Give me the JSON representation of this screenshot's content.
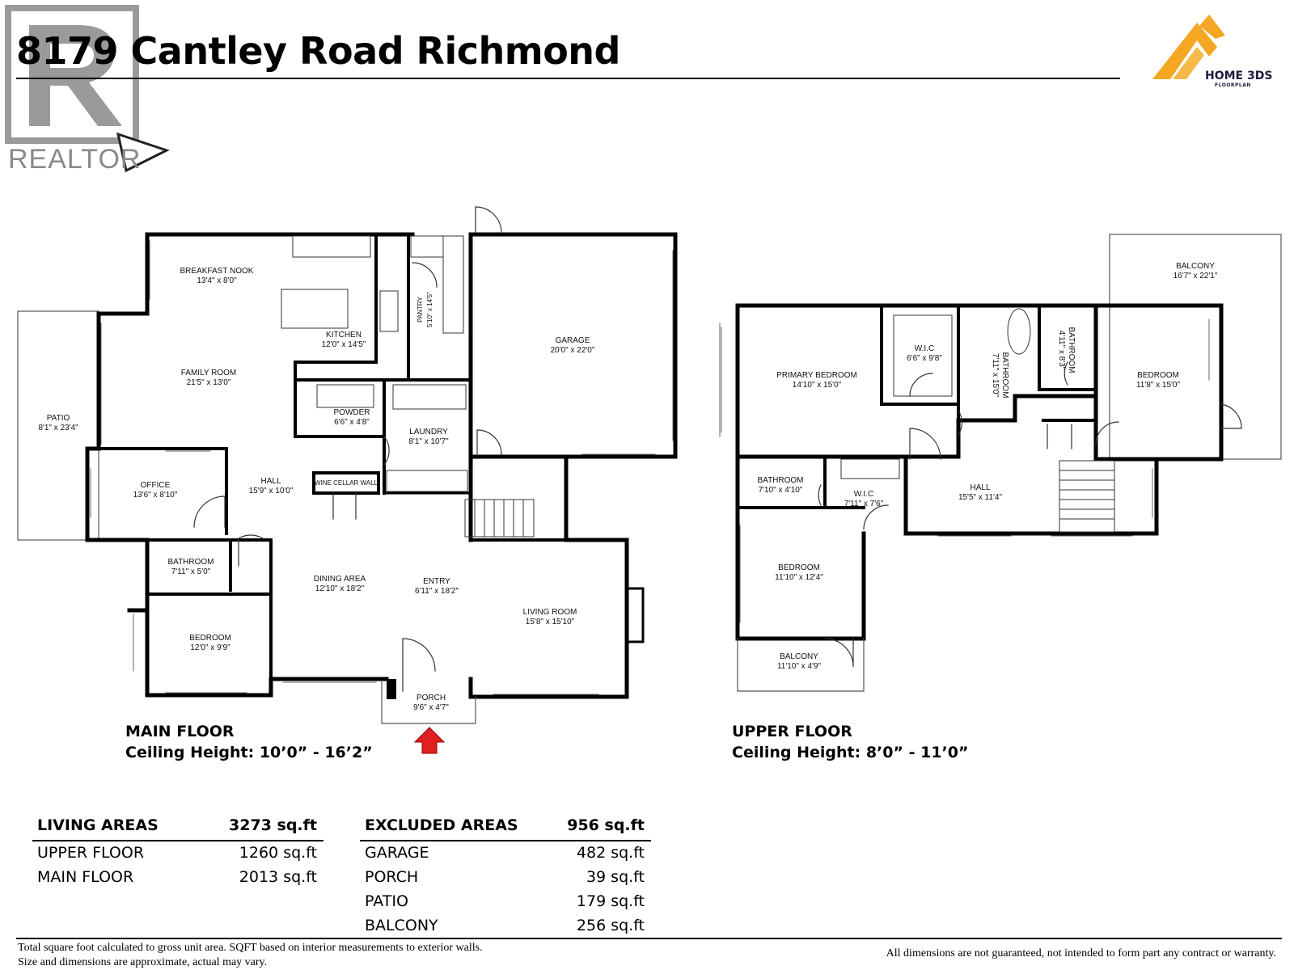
{
  "header": {
    "title": "8179 Cantley Road Richmond",
    "realtor_logo": "REALTOR",
    "brand_logo_name": "HOME 3DS",
    "brand_logo_sub": "FLOORPLAN"
  },
  "main_floor": {
    "label": "MAIN FLOOR",
    "ceiling": "Ceiling Height: 10’0” - 16’2”",
    "wine_cellar": "WINE CELLAR WALL",
    "rooms": [
      {
        "name": "BREAKFAST NOOK",
        "dim": "13'4\" x 8'0\""
      },
      {
        "name": "KITCHEN",
        "dim": "12'0\" x 14'5\""
      },
      {
        "name": "PANTRY",
        "dim": "5'10\" x 14'5\""
      },
      {
        "name": "GARAGE",
        "dim": "20'0\" x 22'0\""
      },
      {
        "name": "FAMILY ROOM",
        "dim": "21'5\" x 13'0\""
      },
      {
        "name": "PATIO",
        "dim": "8'1\" x 23'4\""
      },
      {
        "name": "POWDER",
        "dim": "6'6\" x 4'8\""
      },
      {
        "name": "LAUNDRY",
        "dim": "8'1\" x 10'7\""
      },
      {
        "name": "OFFICE",
        "dim": "13'6\" x 8'10\""
      },
      {
        "name": "HALL",
        "dim": "15'9\" x 10'0\""
      },
      {
        "name": "BATHROOM",
        "dim": "7'11\" x 5'0\""
      },
      {
        "name": "DINING AREA",
        "dim": "12'10\" x 18'2\""
      },
      {
        "name": "ENTRY",
        "dim": "6'11\" x 18'2\""
      },
      {
        "name": "LIVING ROOM",
        "dim": "15'8\" x 15'10\""
      },
      {
        "name": "BEDROOM",
        "dim": "12'0\" x 9'9\""
      },
      {
        "name": "PORCH",
        "dim": "9'6\" x 4'7\""
      }
    ]
  },
  "upper_floor": {
    "label": "UPPER FLOOR",
    "ceiling": "Ceiling Height: 8’0” - 11’0”",
    "rooms": [
      {
        "name": "BALCONY",
        "dim": "16'7\" x 22'1\""
      },
      {
        "name": "W.I.C",
        "dim": "6'6\" x 9'8\""
      },
      {
        "name": "BATHROOM",
        "dim": "7'11\" x 15'0\""
      },
      {
        "name": "BATHROOM",
        "dim": "4'11\" x 8'3\""
      },
      {
        "name": "PRIMARY BEDROOM",
        "dim": "14'10\" x 15'0\""
      },
      {
        "name": "BEDROOM",
        "dim": "11'8\" x 15'0\""
      },
      {
        "name": "BATHROOM",
        "dim": "7'10\" x 4'10\""
      },
      {
        "name": "W.I.C",
        "dim": "7'11\" x 7'6\""
      },
      {
        "name": "HALL",
        "dim": "15'5\" x 11'4\""
      },
      {
        "name": "BEDROOM",
        "dim": "11'10\" x 12'4\""
      },
      {
        "name": "BALCONY",
        "dim": "11'10\" x 4'9\""
      }
    ]
  },
  "living_areas": {
    "header": "LIVING AREAS",
    "total": "3273 sq.ft",
    "rows": [
      {
        "label": "UPPER FLOOR",
        "value": "1260 sq.ft"
      },
      {
        "label": "MAIN FLOOR",
        "value": "2013 sq.ft"
      }
    ]
  },
  "excluded_areas": {
    "header": "EXCLUDED AREAS",
    "total": "956 sq.ft",
    "rows": [
      {
        "label": "GARAGE",
        "value": "482 sq.ft"
      },
      {
        "label": "PORCH",
        "value": "39 sq.ft"
      },
      {
        "label": "PATIO",
        "value": "179 sq.ft"
      },
      {
        "label": "BALCONY",
        "value": "256 sq.ft"
      }
    ]
  },
  "footer": {
    "left_line1": "Total square foot calculated to gross unit area. SQFT based on interior measurements to exterior walls.",
    "left_line2": "Size and dimensions are approximate, actual may vary.",
    "right": "All dimensions are not guaranteed, not intended to form part any contract or warranty."
  }
}
